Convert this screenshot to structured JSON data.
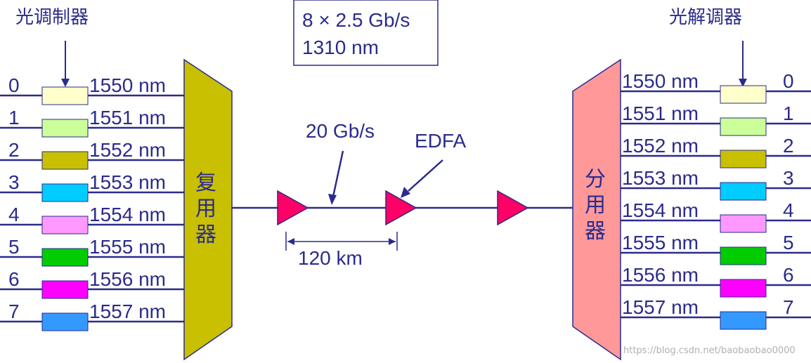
{
  "labels": {
    "modulator": "光调制器",
    "demodulator": "光解调器",
    "capacity_line1": "8 × 2.5 Gb/s",
    "capacity_line2": "1310 nm",
    "rate": "20 Gb/s",
    "amplifier": "EDFA",
    "span": "120 km",
    "mux": [
      "复",
      "用",
      "器"
    ],
    "demux": [
      "分",
      "用",
      "器"
    ],
    "watermark": "https://blog.csdn.net/baobaobao0000"
  },
  "channels": [
    {
      "index": "0",
      "wavelength": "1550 nm",
      "color": "#ffffcc"
    },
    {
      "index": "1",
      "wavelength": "1551 nm",
      "color": "#ccff99"
    },
    {
      "index": "2",
      "wavelength": "1552 nm",
      "color": "#c8c000"
    },
    {
      "index": "3",
      "wavelength": "1553 nm",
      "color": "#00ccff"
    },
    {
      "index": "4",
      "wavelength": "1554 nm",
      "color": "#ff99ff"
    },
    {
      "index": "5",
      "wavelength": "1555 nm",
      "color": "#00cc00"
    },
    {
      "index": "6",
      "wavelength": "1556 nm",
      "color": "#ff00ff"
    },
    {
      "index": "7",
      "wavelength": "1557 nm",
      "color": "#3399ff"
    }
  ],
  "colors": {
    "line": "#2b2b8c",
    "mux_fill": "#c8c000",
    "demux_fill": "#ff9999",
    "amplifier_fill": "#ff0066"
  }
}
